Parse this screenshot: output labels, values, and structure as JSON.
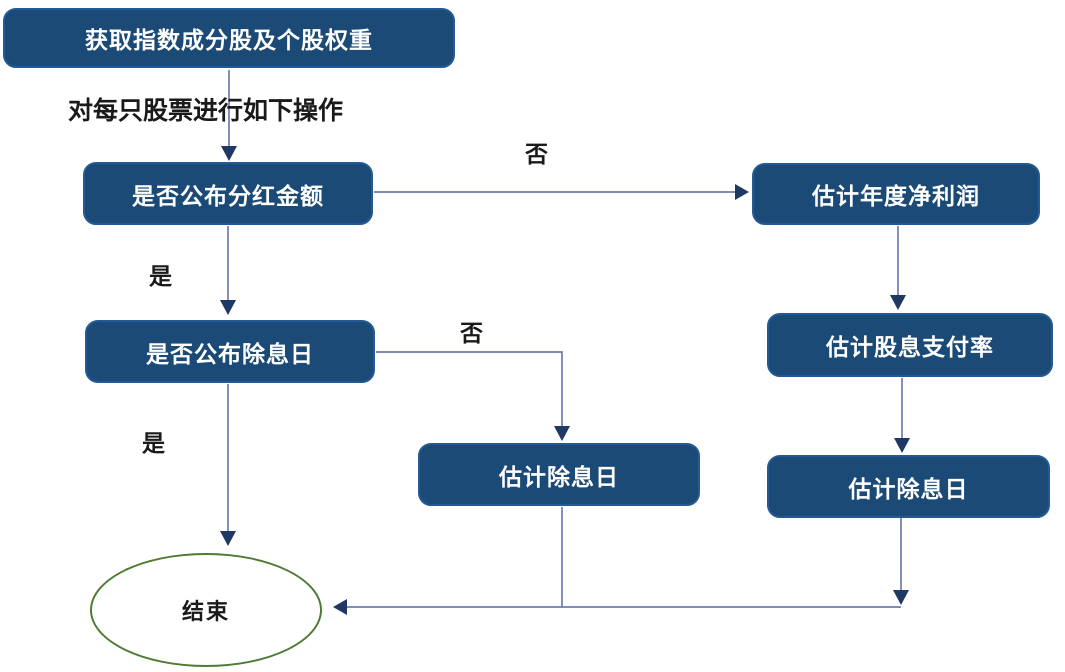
{
  "diagram": {
    "nodes": {
      "start": {
        "label": "获取指数成分股及个股权重"
      },
      "q_dividend": {
        "label": "是否公布分红金额"
      },
      "est_profit": {
        "label": "估计年度净利润"
      },
      "q_exdate": {
        "label": "是否公布除息日"
      },
      "est_payout": {
        "label": "估计股息支付率"
      },
      "est_exdate_mid": {
        "label": "估计除息日"
      },
      "est_exdate_right": {
        "label": "估计除息日"
      },
      "end": {
        "label": "结束"
      }
    },
    "annotations": {
      "loop_note": "对每只股票进行如下操作"
    },
    "edge_labels": {
      "no_top": "否",
      "yes_1": "是",
      "no_mid": "否",
      "yes_2": "是"
    },
    "colors": {
      "box_fill": "#1b4a76",
      "box_border": "#235a93",
      "box_text": "#ffffff",
      "line": "#6e7cad",
      "arrowhead": "#1f3864",
      "ellipse_border": "#4f7a33",
      "label_text": "#1a1a1a"
    }
  }
}
